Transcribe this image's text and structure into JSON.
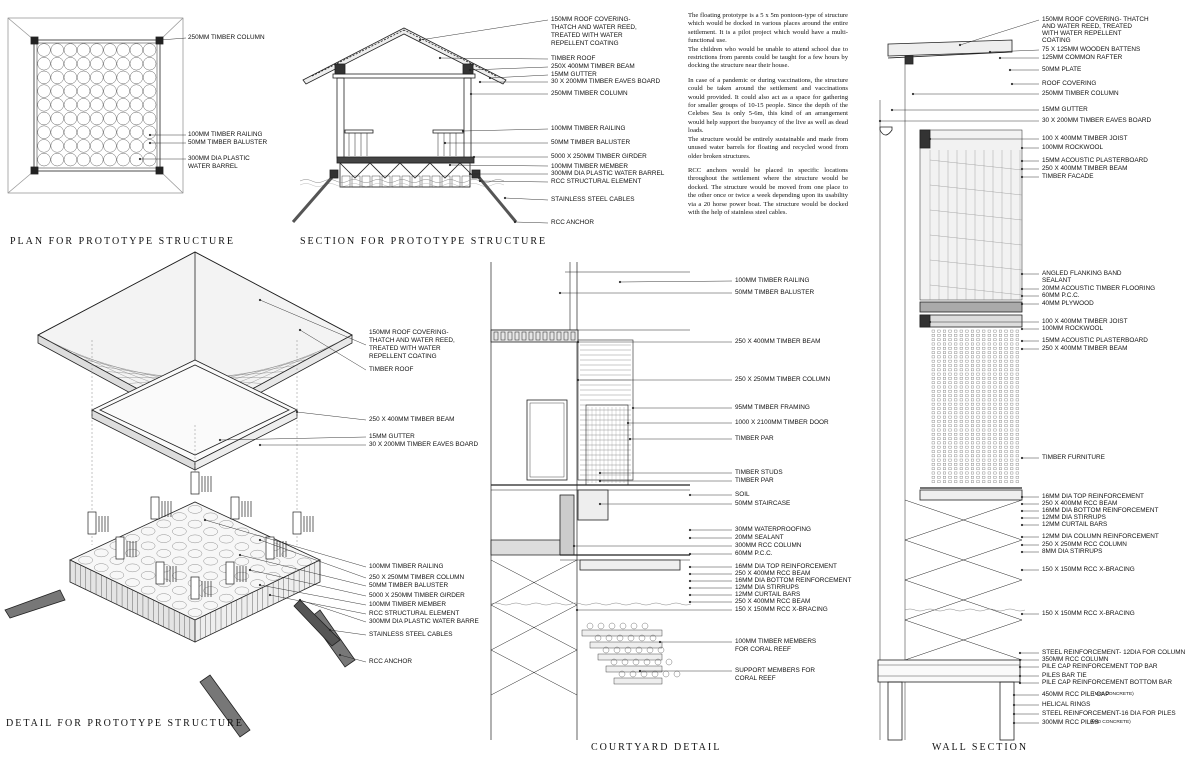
{
  "titles": {
    "plan": "PLAN FOR PROTOTYPE STRUCTURE",
    "section": "SECTION FOR PROTOTYPE STRUCTURE",
    "detail": "DETAIL FOR PROTOTYPE STRUCTURE",
    "courtyard": "COURTYARD DETAIL",
    "wall": "WALL SECTION"
  },
  "description": {
    "p1a": "The floating prototype is a 5 x 5m pontoon-type of structure which would be docked in various places around the entire settlement. It is a pilot project which would have a multi-functional use.",
    "p1b": "The children who would be unable to attend school due to restrictions from parents could be taught for a few hours by docking the structure near their house.",
    "p2a": "In case of a pandemic or during vaccinations, the structure could be taken around the settlement and vaccinations would provided. It could also act as a space for gathering for smaller groups of 10-15 people. Since the depth of the Celebes Sea is only 5-6m, this kind of an arrangement would help support the buoyancy of the live as well as dead loads.",
    "p2b": "The structure would be entirely sustainable and made from unused water barrels for floating and recycled wood from older broken structures.",
    "p3": "RCC anchors would be placed in specific locations throughout the settlement where the structure would be docked. The structure would be moved from one place to the other once or twice a week depending upon its usability via a 20 horse power boat. The structure would be docked with the help of stainless steel cables."
  },
  "plan_labels": [
    "250MM TIMBER COLUMN",
    "100MM TIMBER RAILING",
    "50MM TIMBER BALUSTER",
    "300MM DIA PLASTIC",
    "WATER BARREL"
  ],
  "section_labels": [
    "150MM ROOF COVERING-",
    "THATCH AND WATER REED,",
    "TREATED WITH WATER",
    "REPELLENT COATING",
    "TIMBER ROOF",
    "250x 400MM TIMBER BEAM",
    "15MM GUTTER",
    "30 x 200MM TIMBER EAVES BOARD",
    "250MM TIMBER COLUMN",
    "100MM TIMBER RAILING",
    "50MM TIMBER BALUSTER",
    "5000 x 250MM TIMBER GIRDER",
    "100MM TIMBER MEMBER",
    "300MM DIA PLASTIC WATER BARREL",
    "RCC STRUCTURAL ELEMENT",
    "STAINLESS STEEL CABLES",
    "RCC ANCHOR"
  ],
  "detail_labels": [
    "150MM ROOF COVERING-",
    "THATCH AND WATER REED,",
    "TREATED WITH WATER",
    "REPELLENT COATING",
    "TIMBER ROOF",
    "250 x 400MM TIMBER BEAM",
    "15MM GUTTER",
    "30 x 200MM TIMBER EAVES BOARD",
    "100MM TIMBER RAILING",
    "250 x 250MM TIMBER COLUMN",
    "50MM TIMBER BALUSTER",
    "5000 x 250MM TIMBER GIRDER",
    "100MM TIMBER MEMBER",
    "RCC STRUCTURAL ELEMENT",
    "300MM DIA PLASTIC WATER BARRE",
    "STAINLESS STEEL CABLES",
    "RCC ANCHOR"
  ],
  "courtyard_labels": [
    "100MM TIMBER RAILING",
    "50MM TIMBER BALUSTER",
    "250 x 400MM TIMBER BEAM",
    "250 x 250MM TIMBER COLUMN",
    "95MM TIMBER FRAMING",
    "1000 x 2100MM TIMBER DOOR",
    "TIMBER PAR",
    "TIMBER STUDS",
    "TIMBER PAR",
    "SOIL",
    "50MM STAIRCASE",
    "30MM WATERPROOFING",
    "20MM SEALANT",
    "300MM RCC COLUMN",
    "60MM P.C.C.",
    "16MM DIA TOP REINFORCEMENT",
    "250 x 400MM RCC BEAM",
    "16MM DIA BOTTOM REINFORCEMENT",
    "12MM DIA STIRRUPS",
    "12MM CURTAIL BARS",
    "250 x 400MM RCC BEAM",
    "150 x 150MM RCC X-BRACING",
    "100MM TIMBER MEMBERS",
    "FOR CORAL REEF",
    "SUPPORT MEMBERS FOR",
    "CORAL REEF"
  ],
  "wall_labels": [
    "150MM ROOF COVERING- THATCH",
    "AND WATER REED, TREATED",
    "WITH WATER REPELLENT",
    "COATING",
    "75 x 125MM WOODEN BATTENS",
    "125MM COMMON RAFTER",
    "50MM PLATE",
    "ROOF COVERING",
    "250MM TIMBER COLUMN",
    "15MM GUTTER",
    "30 x 200MM TIMBER EAVES BOARD",
    "100 x 400MM TIMBER JOIST",
    "100MM ROCKWOOL",
    "15MM ACOUSTIC PLASTERBOARD",
    "250 x 400MM TIMBER BEAM",
    "TIMBER FACADE",
    "ANGLED FLANKING BAND",
    "SEALANT",
    "20MM ACOUSTIC TIMBER FLOORING",
    "60MM P.C.C.",
    "40MM PLYWOOD",
    "100 x 400MM TIMBER JOIST",
    "100MM ROCKWOOL",
    "15MM ACOUSTIC PLASTERBOARD",
    "250 x 400MM TIMBER BEAM",
    "TIMBER FURNITURE",
    "16MM DIA TOP REINFORCEMENT",
    "250 x 400MM RCC BEAM",
    "16MM DIA BOTTOM REINFORCEMENT",
    "12MM DIA STIRRUPS",
    "12MM CURTAIL BARS",
    "12MM DIA COLUMN REINFORCEMENT",
    "250 x 250MM RCC COLUMN",
    "8MM DIA STIRRUPS",
    "150 x 150MM RCC X-BRACING",
    "150 x 150MM RCC X-BRACING",
    "STEEL REINFORCEMENT- 12DIA FOR COLUMN",
    "350MM RCC COLUMN",
    "PILE CAP REINFORCEMENT TOP BAR",
    "PILES BAR TIE",
    "PILE CAP REINFORCEMENT BOTTOM BAR",
    "450MM RCC PILE CAP",
    "(M40 CONCRETE)",
    "HELICAL RINGS",
    "STEEL REINFORCEMENT-16 DIA FOR PILES",
    "300MM RCC PILES",
    "(M40 CONCRETE)"
  ]
}
